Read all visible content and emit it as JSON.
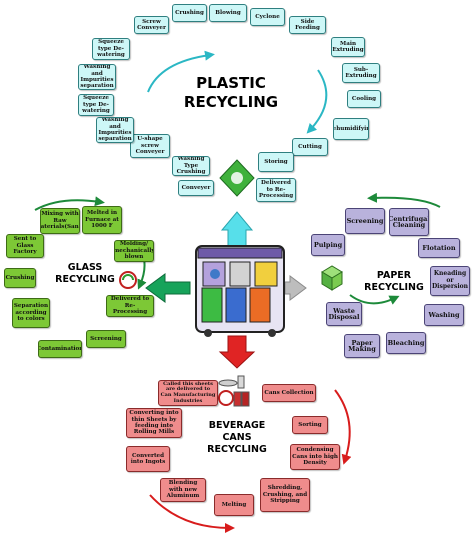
{
  "colors": {
    "plastic": "#cdf7f7",
    "glass": "#7dc836",
    "paper": "#b9b2dc",
    "beverage": "#ef8c8c",
    "arrow_green": "#1d8a3a",
    "arrow_red": "#d81c1c",
    "arrow_cyan": "#3fd6e0",
    "arrow_gray": "#9a9a9a"
  },
  "plastic": {
    "title_line1": "PLASTIC",
    "title_line2": "RECYCLING",
    "steps": [
      "Crushing",
      "Blowing",
      "Cyclone",
      "Side Feeding",
      "Main Extruding",
      "Sub-Extruding",
      "Cooling",
      "Dehumidifying",
      "Cutting",
      "Storing",
      "Delivered to Re-Processing",
      "Conveyer",
      "Washing Type Crushing",
      "U-shape screw Conveyer",
      "Washing and Impurities separation",
      "Squeeze type De-watering",
      "Washing and Impurities separation",
      "Squeeze type De-watering",
      "Screw Conveyer"
    ]
  },
  "glass": {
    "title_line1": "GLASS",
    "title_line2": "RECYCLING",
    "steps": [
      "Mixing with Raw materials(Sand)",
      "Melted in Furnace at 1000 F",
      "Molding/ mechanically blown",
      "Delivered to Re-Processing",
      "Screening",
      "Contamination",
      "Separation according to colors",
      "Crushing",
      "Sent to Glass Factory"
    ]
  },
  "paper": {
    "title_line1": "PAPER",
    "title_line2": "RECYCLING",
    "steps": [
      "Screening",
      "Centrifugal Cleaning",
      "Flotation",
      "Kneading or Dispersion",
      "Washing",
      "Bleaching",
      "Paper Making",
      "Waste Disposal",
      "Pulping"
    ]
  },
  "beverage": {
    "title_line1": "BEVERAGE",
    "title_line2": "CANS",
    "title_line3": "RECYCLING",
    "steps": [
      "Called this sheets are delivered to Can Manufacturing Industries",
      "Cans Collection",
      "Sorting",
      "Condensing Cans into high Density",
      "Shredding, Crushing, and Stripping",
      "Melting",
      "Blending with new Aluminum",
      "Converted into Ingots",
      "Converting into thin Sheets by feeding into Rolling Mills"
    ]
  }
}
